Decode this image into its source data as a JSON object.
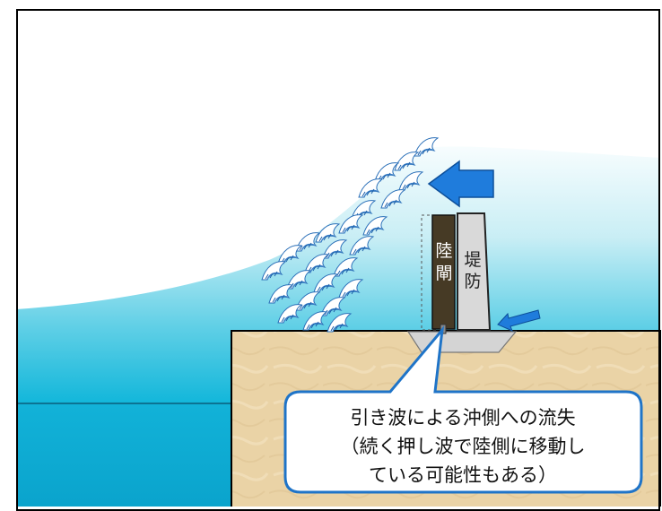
{
  "labels": {
    "land_gate": [
      "陸",
      "閘"
    ],
    "levee": [
      "堤",
      "防"
    ]
  },
  "callout": {
    "lines": [
      "引き波による沖側への流失",
      "（続く押し波で陸側に移動し",
      "ている可能性もある）"
    ]
  },
  "colors": {
    "sea_top": "#f3fbfd",
    "sea_bottom": "#09b4d8",
    "deep_water": "#06a6cf",
    "ground": "#ead3a6",
    "land_gate": "#463a25",
    "levee": "#d9d9d9",
    "arrow": "#1f7cdc",
    "callout_border": "#1f74c8"
  },
  "icons": {
    "wave_crest": "wave-crest-icon",
    "flow_arrow_large": "left-arrow-icon",
    "flow_arrow_small": "left-arrow-icon"
  }
}
